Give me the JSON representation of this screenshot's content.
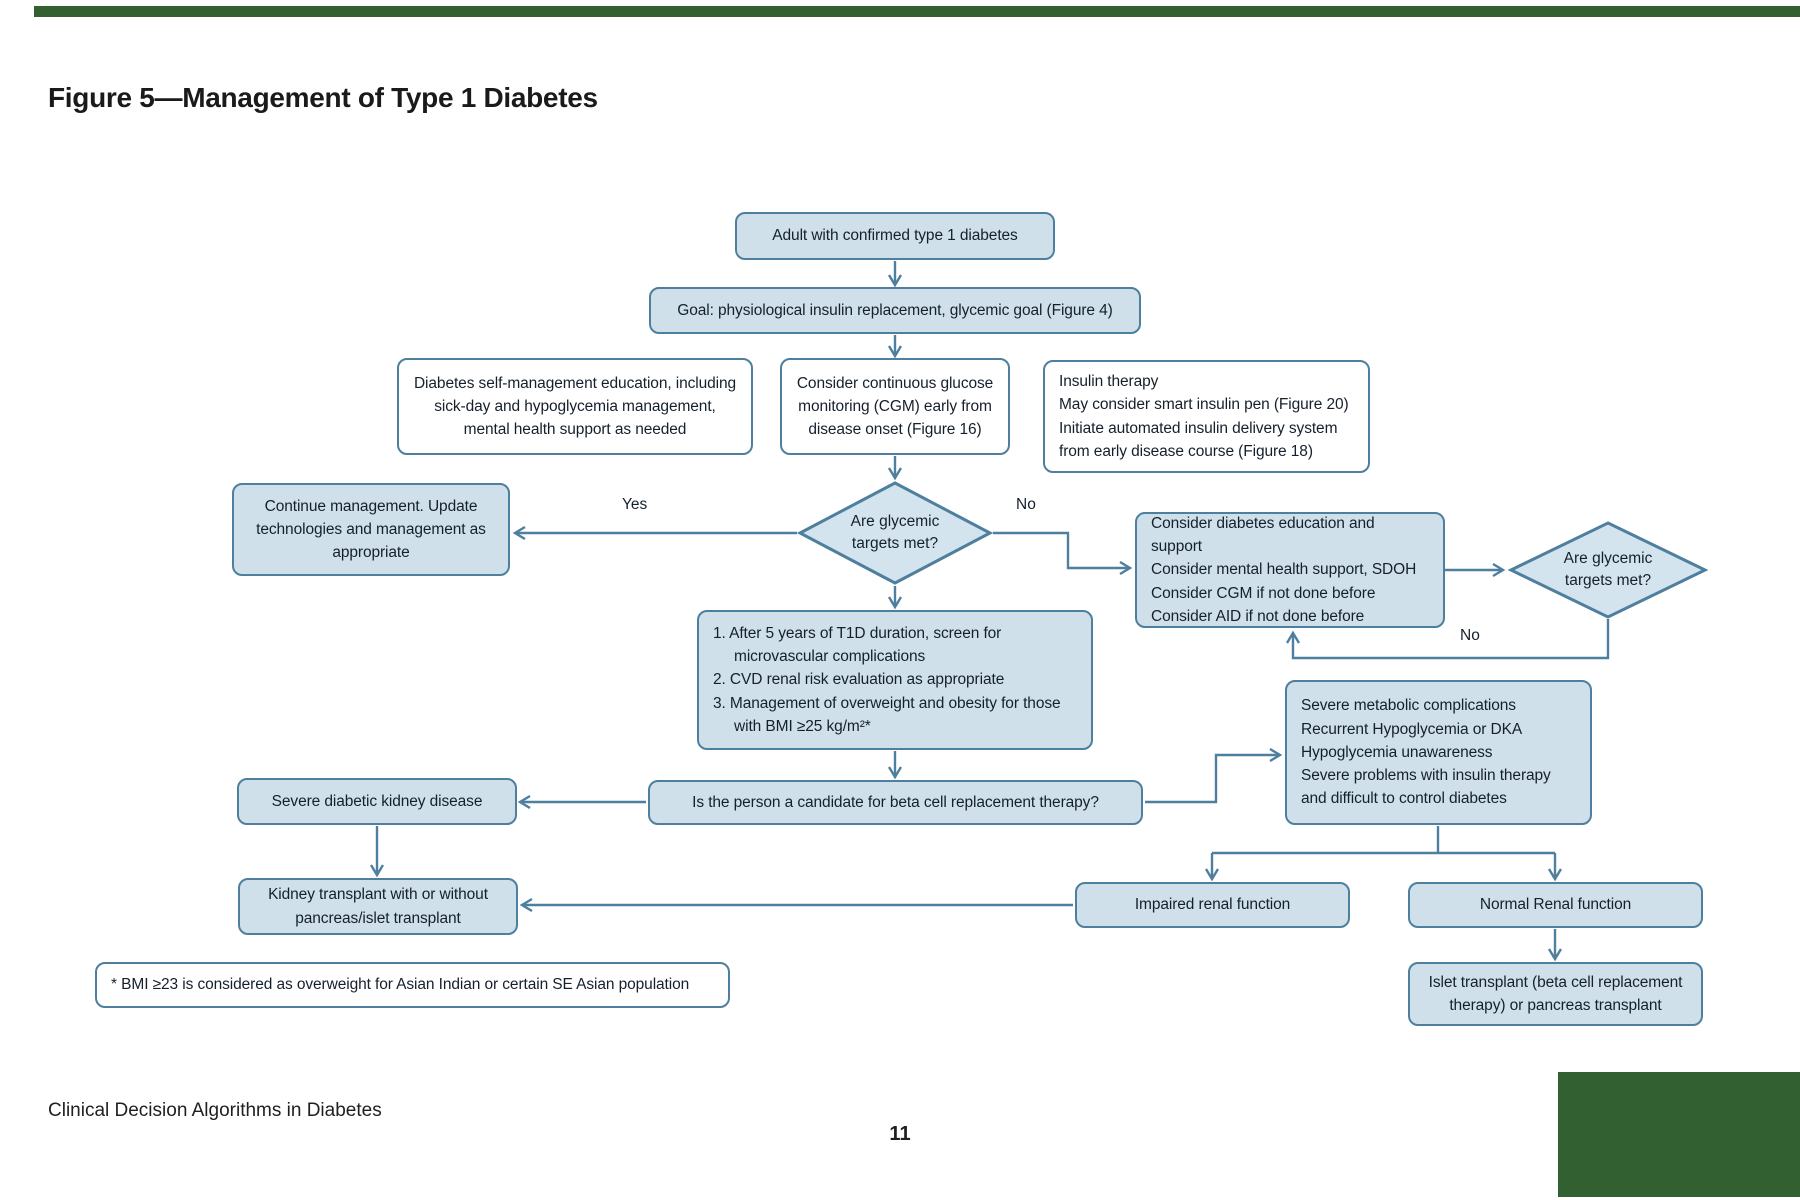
{
  "page": {
    "title": "Figure 5—Management of Type 1 Diabetes",
    "footer_left": "Clinical Decision Algorithms in Diabetes",
    "page_number": "11"
  },
  "colors": {
    "node_fill": "#cfe0ea",
    "diamond_fill": "#d4e4ee",
    "node_border": "#4e7f9e",
    "connector": "#4e7f9e",
    "text_color": "#16202c",
    "title_color": "#1a1a1a",
    "accent_green": "#336030"
  },
  "flowchart": {
    "nodes": {
      "adult": "Adult with confirmed type 1 diabetes",
      "goal": "Goal: physiological insulin replacement, glycemic goal (Figure 4)",
      "dsme": "Diabetes self-management education, including\nsick-day and hypoglycemia management,\nmental health support as needed",
      "cgm": "Consider continuous glucose\nmonitoring (CGM) early from\ndisease onset (Figure 16)",
      "insulin": "Insulin therapy\nMay consider smart insulin pen (Figure 20)\nInitiate automated insulin delivery system\nfrom early disease course (Figure 18)",
      "diamond1": "Are glycemic\ntargets met?",
      "continue": "Continue management. Update\ntechnologies and management as\nappropriate",
      "consider": "Consider diabetes education and support\nConsider mental health support, SDOH\nConsider CGM if not done before\nConsider AID if not done before",
      "diamond2": "Are glycemic\ntargets met?",
      "screening": "1. After 5 years of T1D duration, screen for\n     microvascular complications\n2. CVD renal risk evaluation as appropriate\n3. Management of overweight and obesity for those\n     with BMI ≥25 kg/m²*",
      "severe_complications": "Severe metabolic complications\nRecurrent Hypoglycemia or DKA\nHypoglycemia unawareness\nSevere problems with insulin therapy\nand difficult to control diabetes",
      "beta": "Is the person a candidate for beta cell replacement therapy?",
      "severe_kidney": "Severe diabetic kidney disease",
      "kidney_transplant": "Kidney transplant with or without\npancreas/islet transplant",
      "impaired_renal": "Impaired renal function",
      "normal_renal": "Normal Renal function",
      "islet_transplant": "Islet transplant (beta cell replacement\ntherapy) or pancreas transplant"
    },
    "labels": {
      "yes": "Yes",
      "no1": "No",
      "no2": "No"
    },
    "footnote": "* BMI ≥23 is considered as overweight for Asian Indian or certain SE Asian population"
  }
}
